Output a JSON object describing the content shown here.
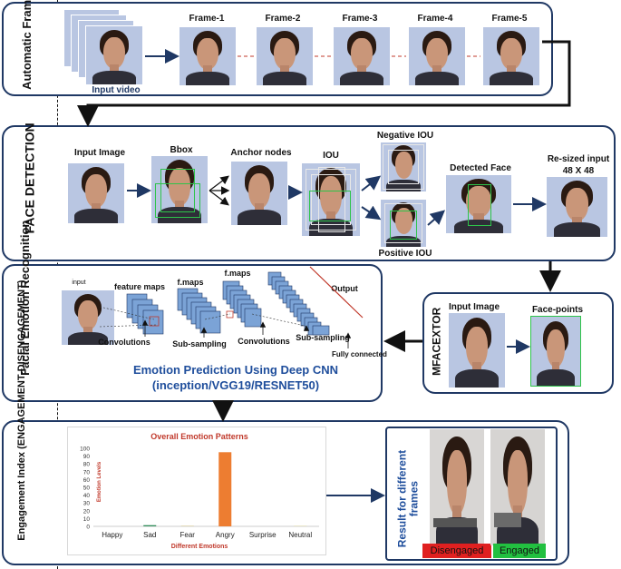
{
  "sections": {
    "frame_selection": "Automatic Frame selection",
    "face_detection": "FACE DETECTION",
    "fer": "Facial Emotion Recognition",
    "mfacextor": "MFACEXTOR",
    "engagement": "Engagement Index (ENGAGEMENT-DISENGAGEMENT)"
  },
  "frame_panel": {
    "input_video": "Input video",
    "frames": [
      "Frame-1",
      "Frame-2",
      "Frame-3",
      "Frame-4",
      "Frame-5"
    ]
  },
  "detection_panel": {
    "input_image": "Input Image",
    "bbox": "Bbox",
    "anchor_nodes": "Anchor nodes",
    "iou": "IOU",
    "negative_iou": "Negative IOU",
    "positive_iou": "Positive IOU",
    "detected_face": "Detected Face",
    "resized_input_line1": "Re-sized input",
    "resized_input_line2": "48 X 48"
  },
  "cnn_panel": {
    "input": "input",
    "feature_maps": "feature maps",
    "fmaps1": "f.maps",
    "fmaps2": "f.maps",
    "output": "Output",
    "convolutions": "Convolutions",
    "sub_sampling1": "Sub-sampling",
    "convolutions2": "Convolutions",
    "sub_sampling2": "Sub-sampling",
    "fully_connected": "Fully connected",
    "title_line1": "Emotion Prediction Using Deep CNN",
    "title_line2": "(inception/VGG19/RESNET50)"
  },
  "mfacextor_panel": {
    "input_image": "Input Image",
    "face_points": "Face-points"
  },
  "result_panel": {
    "label": "Result for different frames",
    "disengaged": "Disengaged",
    "engaged": "Engaged"
  },
  "colors": {
    "border": "#1f3864",
    "arrow": "#1f3864",
    "title_blue": "#1f4e9c",
    "bar_orange": "#ed7d31",
    "disengaged_bg": "#e02020",
    "engaged_bg": "#22c040"
  },
  "chart_data": {
    "type": "bar",
    "title": "Overall Emotion Patterns",
    "xlabel": "Different Emotions",
    "ylabel": "Emotion Levels",
    "categories": [
      "Happy",
      "Sad",
      "Fear",
      "Angry",
      "Surprise",
      "Neutral"
    ],
    "values": [
      0,
      1.5,
      0.5,
      95,
      0,
      0.3
    ],
    "bar_colors": [
      "#4472c4",
      "#2e8b57",
      "#c9b56b",
      "#ed7d31",
      "#7f7f7f",
      "#e0d060"
    ],
    "ylim": [
      0,
      100
    ],
    "yticks": [
      0,
      10,
      20,
      30,
      40,
      50,
      60,
      70,
      80,
      90,
      100
    ],
    "grid": false,
    "legend": "none"
  }
}
